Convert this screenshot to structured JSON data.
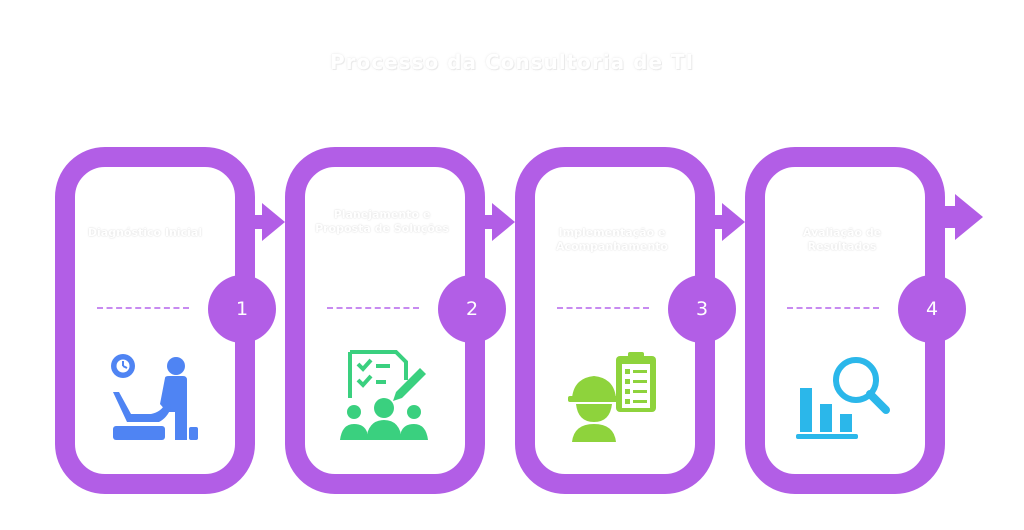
{
  "title": "Processo da Consultoria de TI",
  "colors": {
    "frame": "#b25ee6",
    "card_bg": "#ffffff",
    "number_circle": "#b25ee6",
    "divider": "#c78af0",
    "icon_step1": "#4f84f3",
    "icon_step2": "#3ad07f",
    "icon_step3": "#8ed33c",
    "icon_step4": "#2bb7ea"
  },
  "steps": [
    {
      "number": "1",
      "label": "Diagnóstico Inicial",
      "icon": "consultation-icon"
    },
    {
      "number": "2",
      "label": "Planejamento e Proposta de Soluções",
      "icon": "planning-team-icon"
    },
    {
      "number": "3",
      "label": "Implementação e Acompanhamento",
      "icon": "engineer-checklist-icon"
    },
    {
      "number": "4",
      "label": "Avaliação de Resultados",
      "icon": "analytics-search-icon"
    }
  ]
}
